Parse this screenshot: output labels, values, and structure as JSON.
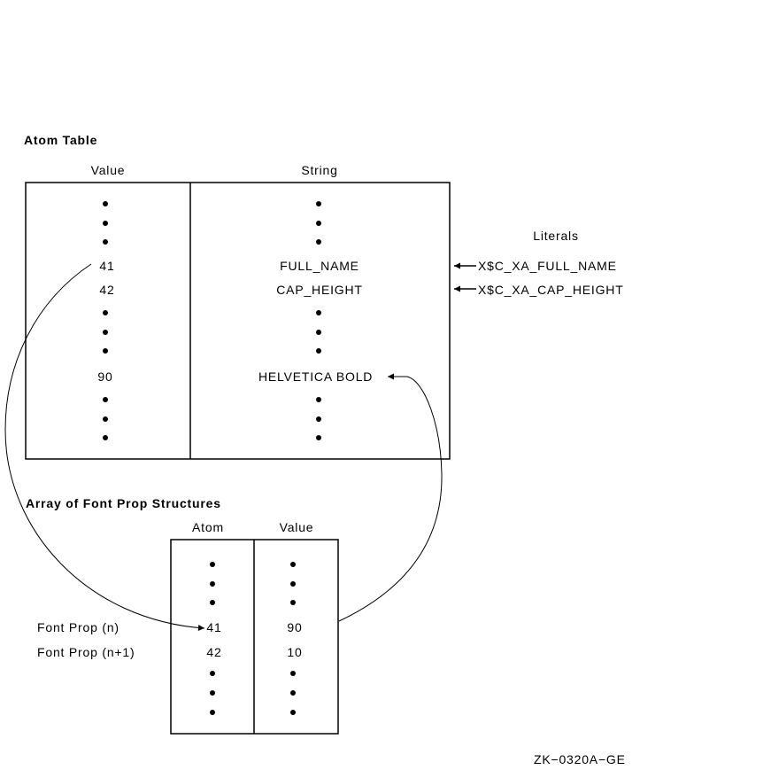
{
  "atom_table": {
    "title": "Atom Table",
    "col_value": "Value",
    "col_string": "String",
    "rows": [
      {
        "value": "41",
        "string": "FULL_NAME"
      },
      {
        "value": "42",
        "string": "CAP_HEIGHT"
      },
      {
        "value": "90",
        "string": "HELVETICA BOLD"
      }
    ]
  },
  "literals": {
    "title": "Literals",
    "items": [
      "X$C_XA_FULL_NAME",
      "X$C_XA_CAP_HEIGHT"
    ]
  },
  "font_prop_array": {
    "title": "Array of Font Prop Structures",
    "col_atom": "Atom",
    "col_value": "Value",
    "rows": [
      {
        "label": "Font Prop (n)",
        "atom": "41",
        "value": "90"
      },
      {
        "label": "Font Prop (n+1)",
        "atom": "42",
        "value": "10"
      }
    ]
  },
  "figure_id": "ZK−0320A−GE"
}
